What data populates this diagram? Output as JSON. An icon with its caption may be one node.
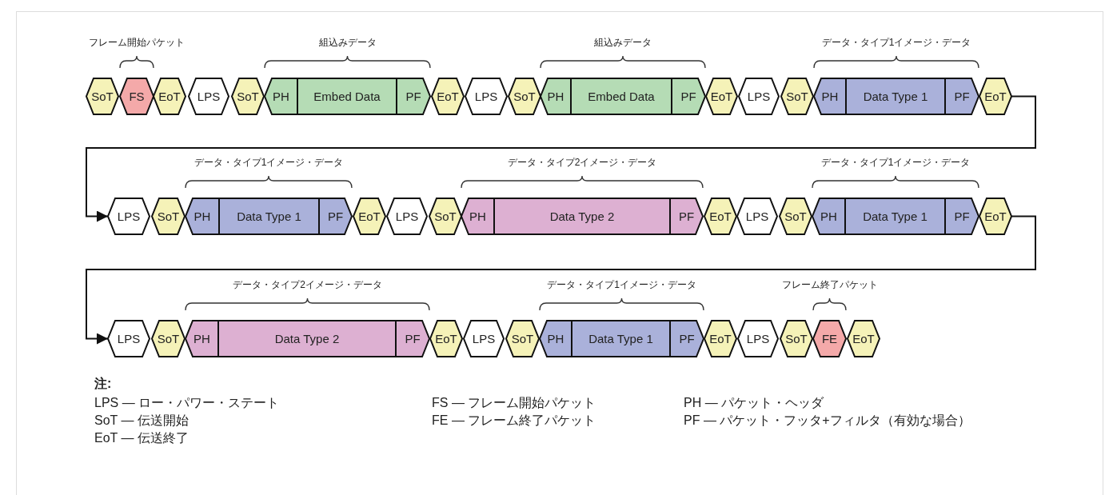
{
  "diagram": {
    "nodes": [
      {
        "text": [
          "SoT"
        ]
      },
      {
        "text": [
          "FS"
        ]
      },
      {
        "text": [
          "EoT"
        ]
      },
      {
        "text": [
          "LPS"
        ]
      },
      {
        "text": [
          "SoT"
        ]
      },
      {
        "text": [
          "PH"
        ]
      },
      {
        "text": [
          "Embed Data"
        ]
      },
      {
        "text": [
          "PF"
        ]
      },
      {
        "text": [
          "EoT"
        ]
      },
      {
        "text": [
          "LPS"
        ]
      },
      {
        "text": [
          "SoT"
        ]
      },
      {
        "text": [
          "PH"
        ]
      },
      {
        "text": [
          "Embed Data"
        ]
      },
      {
        "text": [
          "PF"
        ]
      },
      {
        "text": [
          "EoT"
        ]
      },
      {
        "text": [
          "LPS"
        ]
      },
      {
        "text": [
          "SoT"
        ]
      },
      {
        "text": [
          "PH"
        ]
      },
      {
        "text": [
          "Data Type 1"
        ]
      },
      {
        "text": [
          "PF"
        ]
      },
      {
        "text": [
          "EoT"
        ]
      },
      {
        "text": [
          "LPS"
        ]
      },
      {
        "text": [
          "SoT"
        ]
      },
      {
        "text": [
          "PH"
        ]
      },
      {
        "text": [
          "Data Type 1"
        ]
      },
      {
        "text": [
          "PF"
        ]
      },
      {
        "text": [
          "EoT"
        ]
      },
      {
        "text": [
          "LPS"
        ]
      },
      {
        "text": [
          "SoT"
        ]
      },
      {
        "text": [
          "PH"
        ]
      },
      {
        "text": [
          "Data Type 2"
        ]
      },
      {
        "text": [
          "PF"
        ]
      },
      {
        "text": [
          "EoT"
        ]
      },
      {
        "text": [
          "LPS"
        ]
      },
      {
        "text": [
          "SoT"
        ]
      },
      {
        "text": [
          "PH"
        ]
      },
      {
        "text": [
          "Data Type 1"
        ]
      },
      {
        "text": [
          "PF"
        ]
      },
      {
        "text": [
          "EoT"
        ]
      },
      {
        "text": [
          "LPS"
        ]
      },
      {
        "text": [
          "SoT"
        ]
      },
      {
        "text": [
          "PH"
        ]
      },
      {
        "text": [
          "Data Type 2"
        ]
      },
      {
        "text": [
          "PF"
        ]
      },
      {
        "text": [
          "EoT"
        ]
      },
      {
        "text": [
          "LPS"
        ]
      },
      {
        "text": [
          "SoT"
        ]
      },
      {
        "text": [
          "PH"
        ]
      },
      {
        "text": [
          "Data Type 1"
        ]
      },
      {
        "text": [
          "PF"
        ]
      },
      {
        "text": [
          "EoT"
        ]
      },
      {
        "text": [
          "LPS"
        ]
      },
      {
        "text": [
          "SoT"
        ]
      },
      {
        "text": [
          "FE"
        ]
      },
      {
        "text": [
          "EoT"
        ]
      }
    ],
    "edges": [
      {
        "from": 20,
        "to": 21,
        "arrow": "to"
      },
      {
        "from": 38,
        "to": 39,
        "arrow": "to"
      }
    ],
    "labels": [
      "フレーム開始パケット",
      "組込みデータ",
      "組込みデータ",
      "データ・タイプ1イメージ・データ",
      "データ・タイプ1イメージ・データ",
      "データ・タイプ2イメージ・データ",
      "データ・タイプ1イメージ・データ",
      "データ・タイプ2イメージ・データ",
      "データ・タイプ1イメージ・データ",
      "フレーム終了パケット",
      "注:",
      "LPS — ロー・パワー・ステート",
      "FS — フレーム開始パケット",
      "PH — パケット・ヘッダ",
      "SoT — 伝送開始",
      "FE — フレーム終了パケット",
      "PF — パケット・フッタ+フィルタ（有効な場合）",
      "EoT — 伝送終了"
    ]
  }
}
